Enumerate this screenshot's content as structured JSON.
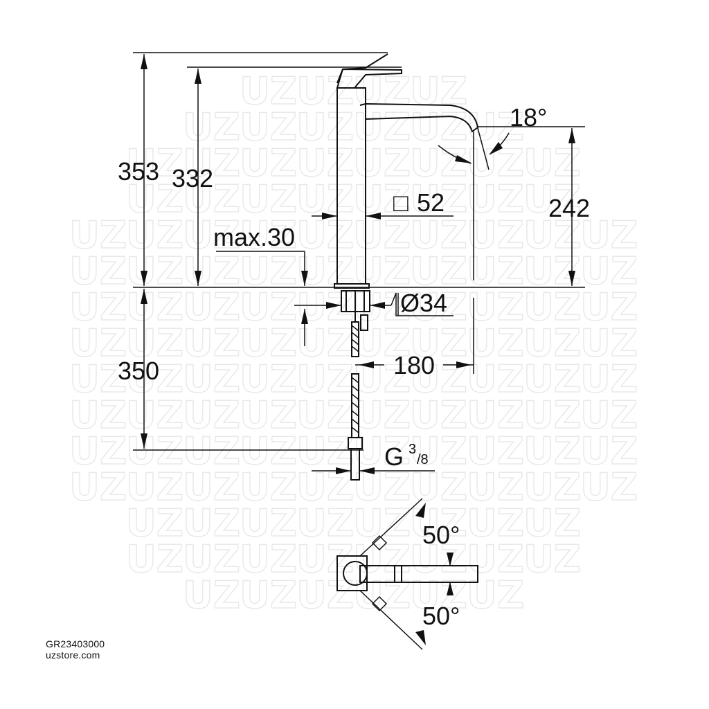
{
  "watermark": {
    "text": "UZ"
  },
  "dimensions": {
    "total_height": "353",
    "spout_top_height": "332",
    "spout_outlet_height": "242",
    "max_deck_thickness": "max.30",
    "body_square": "52",
    "body_square_symbol": "□",
    "hole_diameter": "Ø34",
    "below_deck_length": "350",
    "spout_reach": "180",
    "connection": "G",
    "connection_num": "3",
    "connection_den": "/8",
    "spout_angle": "18°",
    "lever_angle_up": "50°",
    "lever_angle_down": "50°"
  },
  "footer": {
    "product_code": "GR23403000",
    "site": "uzstore.com"
  }
}
